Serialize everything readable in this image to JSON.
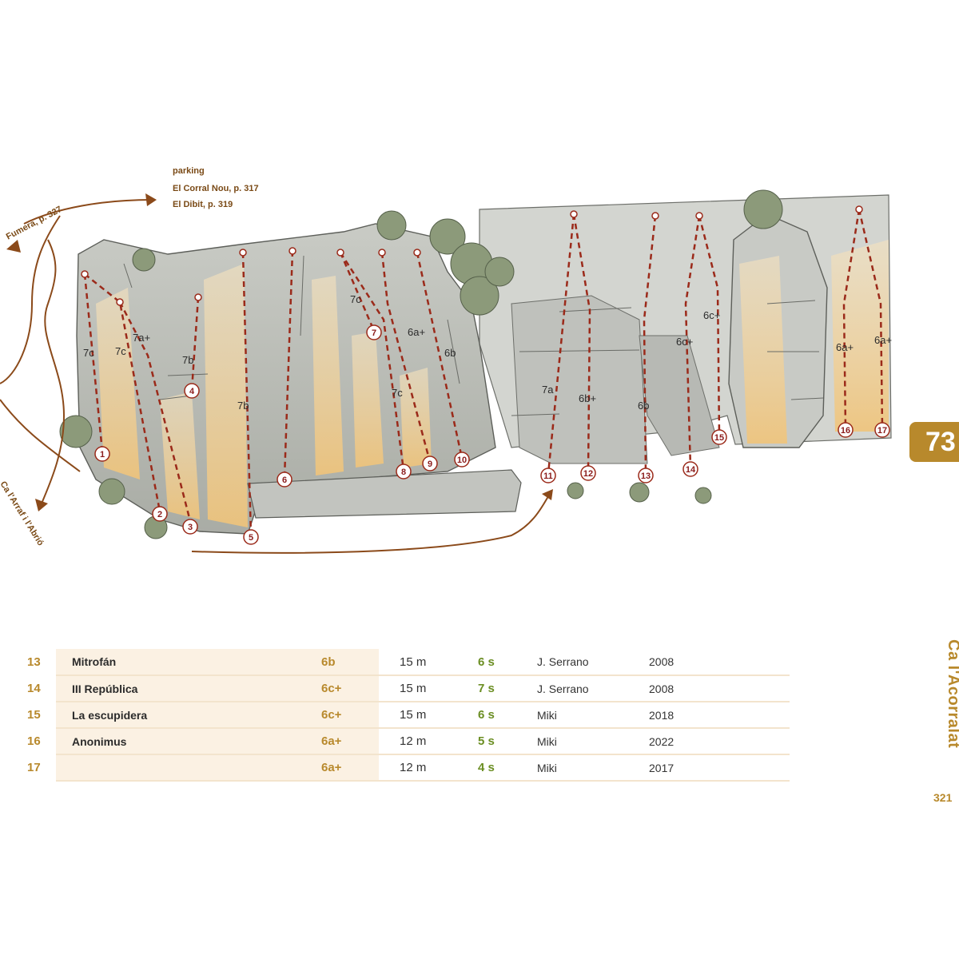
{
  "navigation": {
    "top_arrow_lines": [
      "parking",
      "El Corral Nou, p. 317",
      "El Dibit, p. 319"
    ],
    "left_arrow_label": "Fumera, p. 327",
    "bottom_left_arrow_label": "Ca l'Arraf i l'Abrió"
  },
  "colors": {
    "route_line": "#9b2a1a",
    "accent": "#b8892c",
    "bolts_green": "#6b8e23",
    "arrow_brown": "#8b4a1a"
  },
  "topo": {
    "routes": [
      {
        "number": "1",
        "grade": "7c"
      },
      {
        "number": "2",
        "grade": "7c"
      },
      {
        "number": "3",
        "grade": "7a+"
      },
      {
        "number": "4",
        "grade": "7b"
      },
      {
        "number": "5",
        "grade": "7b"
      },
      {
        "number": "6",
        "grade": ""
      },
      {
        "number": "7",
        "grade": "7c"
      },
      {
        "number": "8",
        "grade": "7c"
      },
      {
        "number": "9",
        "grade": "6a+"
      },
      {
        "number": "10",
        "grade": "6b"
      },
      {
        "number": "11",
        "grade": "7a"
      },
      {
        "number": "12",
        "grade": "6b+"
      },
      {
        "number": "13",
        "grade": "6b"
      },
      {
        "number": "14",
        "grade": "6c+"
      },
      {
        "number": "15",
        "grade": "6c+"
      },
      {
        "number": "16",
        "grade": "6a+"
      },
      {
        "number": "17",
        "grade": "6a+"
      }
    ]
  },
  "sector": {
    "tab_number": "73",
    "title": "Ca l'Acorralat",
    "page_number": "321"
  },
  "table": {
    "rows": [
      {
        "num": "13",
        "name": "Mitrofán",
        "grade": "6b",
        "length": "15 m",
        "bolts": "6 s",
        "author": "J. Serrano",
        "year": "2008"
      },
      {
        "num": "14",
        "name": "III República",
        "grade": "6c+",
        "length": "15 m",
        "bolts": "7 s",
        "author": "J. Serrano",
        "year": "2008"
      },
      {
        "num": "15",
        "name": "La escupidera",
        "grade": "6c+",
        "length": "15 m",
        "bolts": "6 s",
        "author": "Miki",
        "year": "2018"
      },
      {
        "num": "16",
        "name": "Anonimus",
        "grade": "6a+",
        "length": "12 m",
        "bolts": "5 s",
        "author": "Miki",
        "year": "2022"
      },
      {
        "num": "17",
        "name": "",
        "grade": "6a+",
        "length": "12 m",
        "bolts": "4 s",
        "author": "Miki",
        "year": "2017"
      }
    ]
  }
}
